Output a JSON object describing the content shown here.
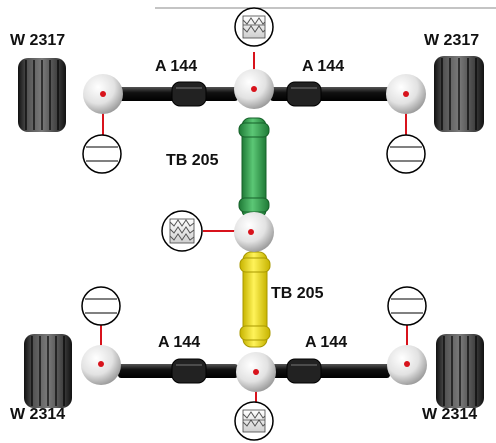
{
  "labels": {
    "wheel_front_left": "W 2317",
    "wheel_front_right": "W 2317",
    "wheel_rear_left": "W 2314",
    "wheel_rear_right": "W 2314",
    "axle_front_left": "A 144",
    "axle_front_right": "A 144",
    "axle_rear_left": "A 144",
    "axle_rear_right": "A 144",
    "tube_upper": "TB 205",
    "tube_lower": "TB 205"
  },
  "colors": {
    "tube_upper": "#3fae5a",
    "tube_lower": "#f2e21a",
    "connector_line": "#d8131c",
    "axle": "#1a1a1a",
    "tyre": "#202020"
  }
}
